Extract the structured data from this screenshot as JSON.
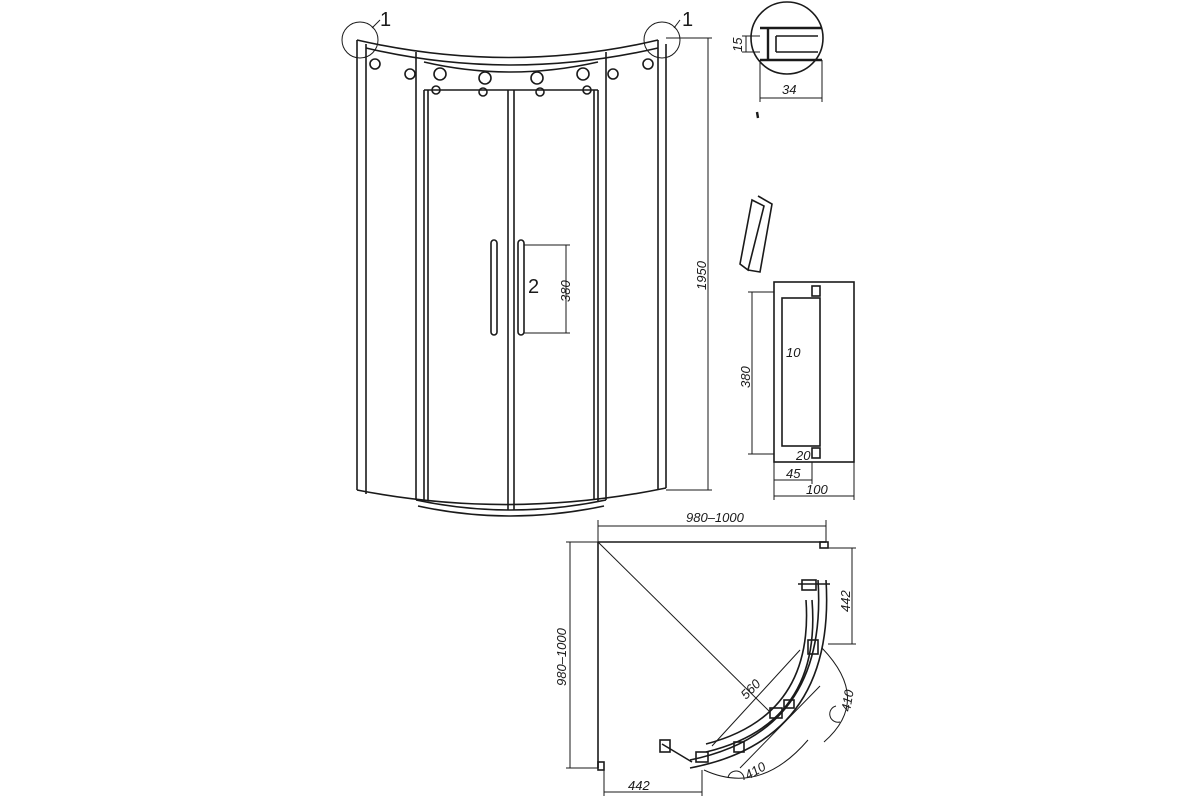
{
  "callouts": {
    "detail_marker": "1",
    "handle_marker": "2"
  },
  "dimensions": {
    "profile_height": "15",
    "profile_width": "34",
    "handle_height_front": "380",
    "overall_height": "1950",
    "handle_length": "380",
    "handle_bar_gap": "10",
    "handle_mount": "20",
    "handle_depth": "45",
    "handle_total": "100",
    "plan_width": "980–1000",
    "plan_depth": "980–1000",
    "side_panel_right": "442",
    "side_panel_bottom": "442",
    "radius": "560",
    "door_right": "410",
    "door_bottom": "410"
  }
}
